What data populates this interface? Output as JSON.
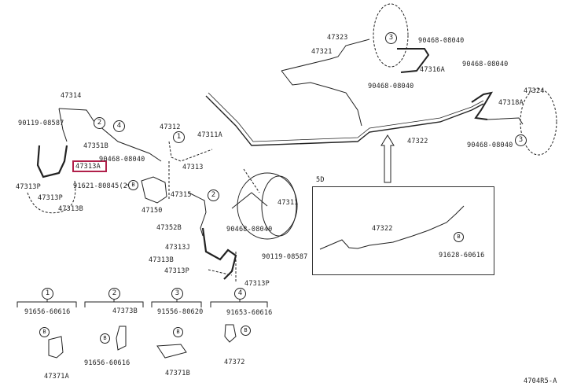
{
  "diagram": {
    "code": "4704R5-A",
    "highlight_color": "#b0204a",
    "highlighted_part": "47313A",
    "inset_label": "5D",
    "labels": {
      "p47314": "47314",
      "p90119_a": "90119-08587",
      "p47351b": "47351B",
      "p90468_a": "90468-08040",
      "p47313a": "47313A",
      "p47313p_a": "47313P",
      "p47313p_b": "47313P",
      "p47313b_a": "47313B",
      "p91621": "91621-80845(2)",
      "p47150": "47150",
      "p47312": "47312",
      "p47313": "47313",
      "p47311a": "47311A",
      "p47315": "47315",
      "p47311": "47311",
      "p47352b": "47352B",
      "p90468_b": "90468-08040",
      "p47313j": "47313J",
      "p90119_b": "90119-08587",
      "p47313b_b": "47313B",
      "p47313p_c": "47313P",
      "p47313p_d": "47313P",
      "p47323": "47323",
      "p47321": "47321",
      "p90468_c": "90468-08040",
      "p47316a": "47316A",
      "p90468_d": "90468-08040",
      "p90468_e": "90468-08040",
      "p47318a": "47318A",
      "p47324": "47324",
      "p90468_f": "90468-08040",
      "p47322": "47322",
      "p47322_inset": "47322",
      "p91628": "91628-60616"
    },
    "callouts": {
      "c1": "1",
      "c2": "2",
      "c3": "3",
      "c4": "4",
      "cB": "B"
    },
    "detail_groups": [
      {
        "callout": "1",
        "bolt": "B",
        "bolt_part": "91656-60616",
        "part": "47371A"
      },
      {
        "callout": "2",
        "bolt": "B",
        "bolt_part": "91656-60616",
        "part": "47373B"
      },
      {
        "callout": "3",
        "bolt": "B",
        "bolt_part": "91556-80620",
        "part": "47371B"
      },
      {
        "callout": "4",
        "bolt": "B",
        "bolt_part": "91653-60616",
        "part": "47372"
      }
    ]
  }
}
